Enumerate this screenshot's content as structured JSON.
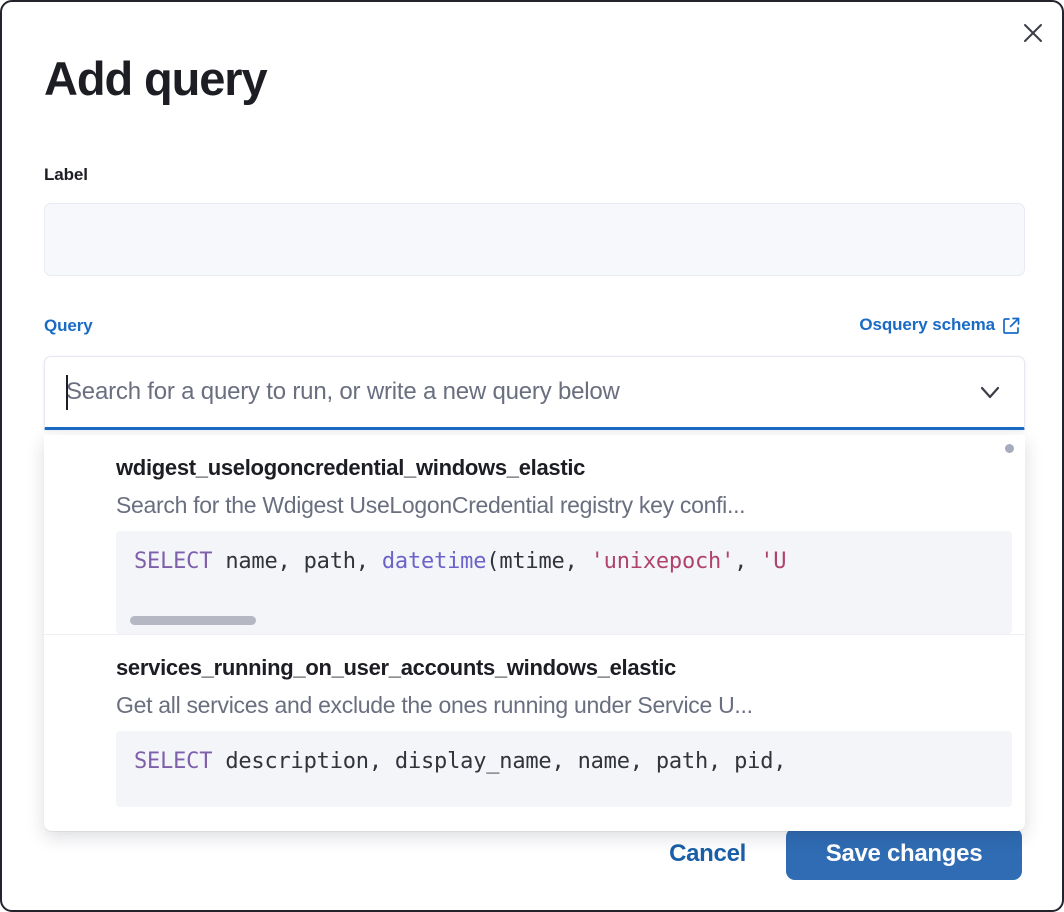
{
  "modal": {
    "title": "Add query",
    "close_icon": "close-icon"
  },
  "label_field": {
    "label": "Label",
    "value": "",
    "placeholder": ""
  },
  "query_field": {
    "label": "Query",
    "schema_link_text": "Osquery schema",
    "schema_link_icon": "external-link-icon",
    "search_value": "",
    "search_placeholder": "Search for a query to run, or write a new query below",
    "chevron_icon": "chevron-down-icon"
  },
  "dropdown": {
    "options": [
      {
        "title": "wdigest_uselogoncredential_windows_elastic",
        "description": "Search for the Wdigest UseLogonCredential registry key confi...",
        "code_tokens": [
          {
            "t": "SELECT",
            "k": "kw"
          },
          {
            "t": " ",
            "k": "pun"
          },
          {
            "t": "name",
            "k": "txt"
          },
          {
            "t": ", ",
            "k": "pun"
          },
          {
            "t": "path",
            "k": "txt"
          },
          {
            "t": ", ",
            "k": "pun"
          },
          {
            "t": "datetime",
            "k": "fn"
          },
          {
            "t": "(",
            "k": "pun"
          },
          {
            "t": "mtime",
            "k": "txt"
          },
          {
            "t": ", ",
            "k": "pun"
          },
          {
            "t": "'unixepoch'",
            "k": "str"
          },
          {
            "t": ", ",
            "k": "pun"
          },
          {
            "t": "'U",
            "k": "str"
          }
        ],
        "has_scrollbar": true
      },
      {
        "title": "services_running_on_user_accounts_windows_elastic",
        "description": "Get all services and exclude the ones running under Service U...",
        "code_tokens": [
          {
            "t": "SELECT",
            "k": "kw"
          },
          {
            "t": " ",
            "k": "pun"
          },
          {
            "t": "description",
            "k": "txt"
          },
          {
            "t": ", ",
            "k": "pun"
          },
          {
            "t": "display_name",
            "k": "txt"
          },
          {
            "t": ", ",
            "k": "pun"
          },
          {
            "t": "name",
            "k": "txt"
          },
          {
            "t": ", ",
            "k": "pun"
          },
          {
            "t": "path",
            "k": "txt"
          },
          {
            "t": ", ",
            "k": "pun"
          },
          {
            "t": "pid",
            "k": "txt"
          },
          {
            "t": ",",
            "k": "pun"
          }
        ],
        "has_scrollbar": false
      }
    ]
  },
  "footer": {
    "cancel_label": "Cancel",
    "save_label": "Save changes"
  },
  "colors": {
    "accent": "#1a6bc4",
    "primary_button": "#2f6cb3",
    "text": "#1d1e24",
    "muted_text": "#6a6f80",
    "code_bg": "#f4f5f9",
    "keyword": "#7d5faa",
    "function": "#6c63c9",
    "string": "#b0436c"
  }
}
